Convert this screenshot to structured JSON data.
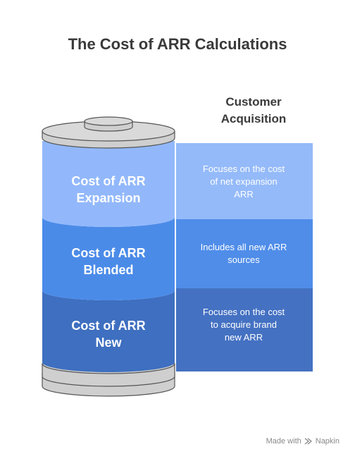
{
  "title": "The Cost of ARR Calculations",
  "column_header": "Customer\nAcquisition",
  "segments": [
    {
      "label": "Cost of ARR\nExpansion",
      "description": "Focuses on the cost\nof net expansion\nARR",
      "color": "#92b8fb",
      "panel_color": "#94baf9"
    },
    {
      "label": "Cost of ARR\nBlended",
      "description": "Includes all new ARR\nsources",
      "color": "#4b8be8",
      "panel_color": "#4f8de9"
    },
    {
      "label": "Cost of ARR\nNew",
      "description": "Focuses on the cost\nto acquire brand\nnew ARR",
      "color": "#3e6fc0",
      "panel_color": "#4471c2"
    }
  ],
  "colors": {
    "cap_fill": "#cfcfcf",
    "cap_stroke": "#555555",
    "title_text": "#3a3a3a"
  },
  "watermark": {
    "prefix": "Made with",
    "brand": "Napkin",
    "icon": "napkin-logo-icon"
  }
}
